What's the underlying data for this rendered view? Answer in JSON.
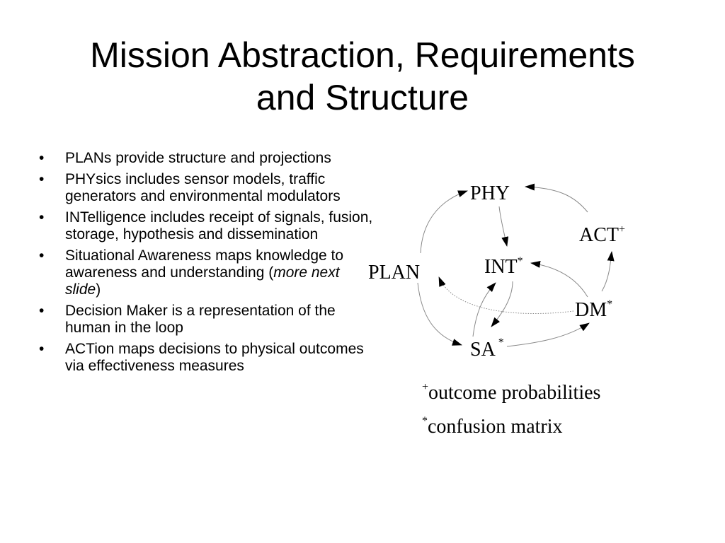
{
  "title": {
    "line1": "Mission Abstraction, Requirements",
    "line2": "and Structure"
  },
  "bullets": [
    {
      "text": "PLANs provide structure and projections"
    },
    {
      "text": "PHYsics includes sensor models, traffic generators and environmental modulators"
    },
    {
      "text": "INTelligence includes receipt of signals, fusion, storage, hypothesis and dissemination"
    },
    {
      "before": "Situational Awareness maps knowledge to awareness and understanding (",
      "italic": "more next slide",
      "after": ")"
    },
    {
      "text": "Decision Maker is a representation of the human in the loop"
    },
    {
      "text": "ACTion maps decisions to physical outcomes via effectiveness measures"
    }
  ],
  "bullet_symbol": "•",
  "diagram": {
    "nodes": {
      "phy": {
        "label": "PHY"
      },
      "act": {
        "label": "ACT",
        "mark": "+"
      },
      "int": {
        "label": "INT",
        "mark": "*"
      },
      "plan": {
        "label": "PLAN"
      },
      "dm": {
        "label": "DM",
        "mark": "*"
      },
      "sa": {
        "label": "SA",
        "mark": "*"
      }
    },
    "edges": [
      {
        "from": "plan",
        "to": "phy"
      },
      {
        "from": "act",
        "to": "phy"
      },
      {
        "from": "phy",
        "to": "int"
      },
      {
        "from": "dm",
        "to": "int"
      },
      {
        "from": "dm",
        "to": "act"
      },
      {
        "from": "dm",
        "to": "plan",
        "style": "dotted"
      },
      {
        "from": "plan",
        "to": "sa"
      },
      {
        "from": "sa",
        "to": "int"
      },
      {
        "from": "int",
        "to": "sa"
      },
      {
        "from": "sa",
        "to": "dm"
      }
    ]
  },
  "legend": [
    {
      "mark": "+",
      "text": "outcome probabilities"
    },
    {
      "mark": "*",
      "text": "confusion matrix"
    }
  ]
}
